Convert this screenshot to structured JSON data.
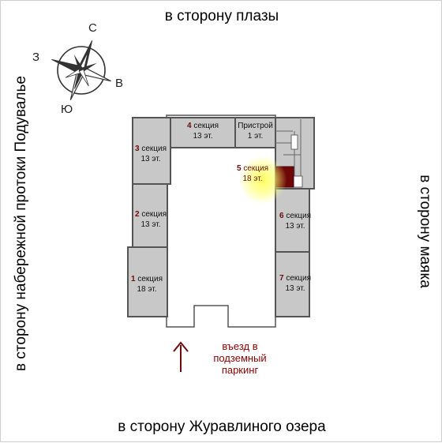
{
  "directions": {
    "north": "в сторону плазы",
    "south": "в сторону Журавлиного озера",
    "west": "в сторону набережной протоки Подувалье",
    "east": "в сторону маяка"
  },
  "compass": {
    "n": "С",
    "e": "В",
    "s": "Ю",
    "w": "З"
  },
  "sections": [
    {
      "num": "1",
      "word": "секция",
      "floors": "18 эт."
    },
    {
      "num": "2",
      "word": "секция",
      "floors": "13 эт."
    },
    {
      "num": "3",
      "word": "секция",
      "floors": "13 эт."
    },
    {
      "num": "4",
      "word": "секция",
      "floors": "13 эт."
    },
    {
      "num": "5",
      "word": "секция",
      "floors": "18 эт.",
      "highlighted": true
    },
    {
      "num": "6",
      "word": "секция",
      "floors": "13 эт."
    },
    {
      "num": "7",
      "word": "секция",
      "floors": "13 эт."
    }
  ],
  "annex": {
    "name": "Пристрой",
    "floors": "1 эт."
  },
  "parking": {
    "line1": "въезд в",
    "line2": "подземный",
    "line3": "паркинг"
  },
  "colors": {
    "building_fill": "#c8c8c8",
    "outline": "#555555",
    "accent": "#6a0d0d",
    "highlight": "#ffff66"
  }
}
